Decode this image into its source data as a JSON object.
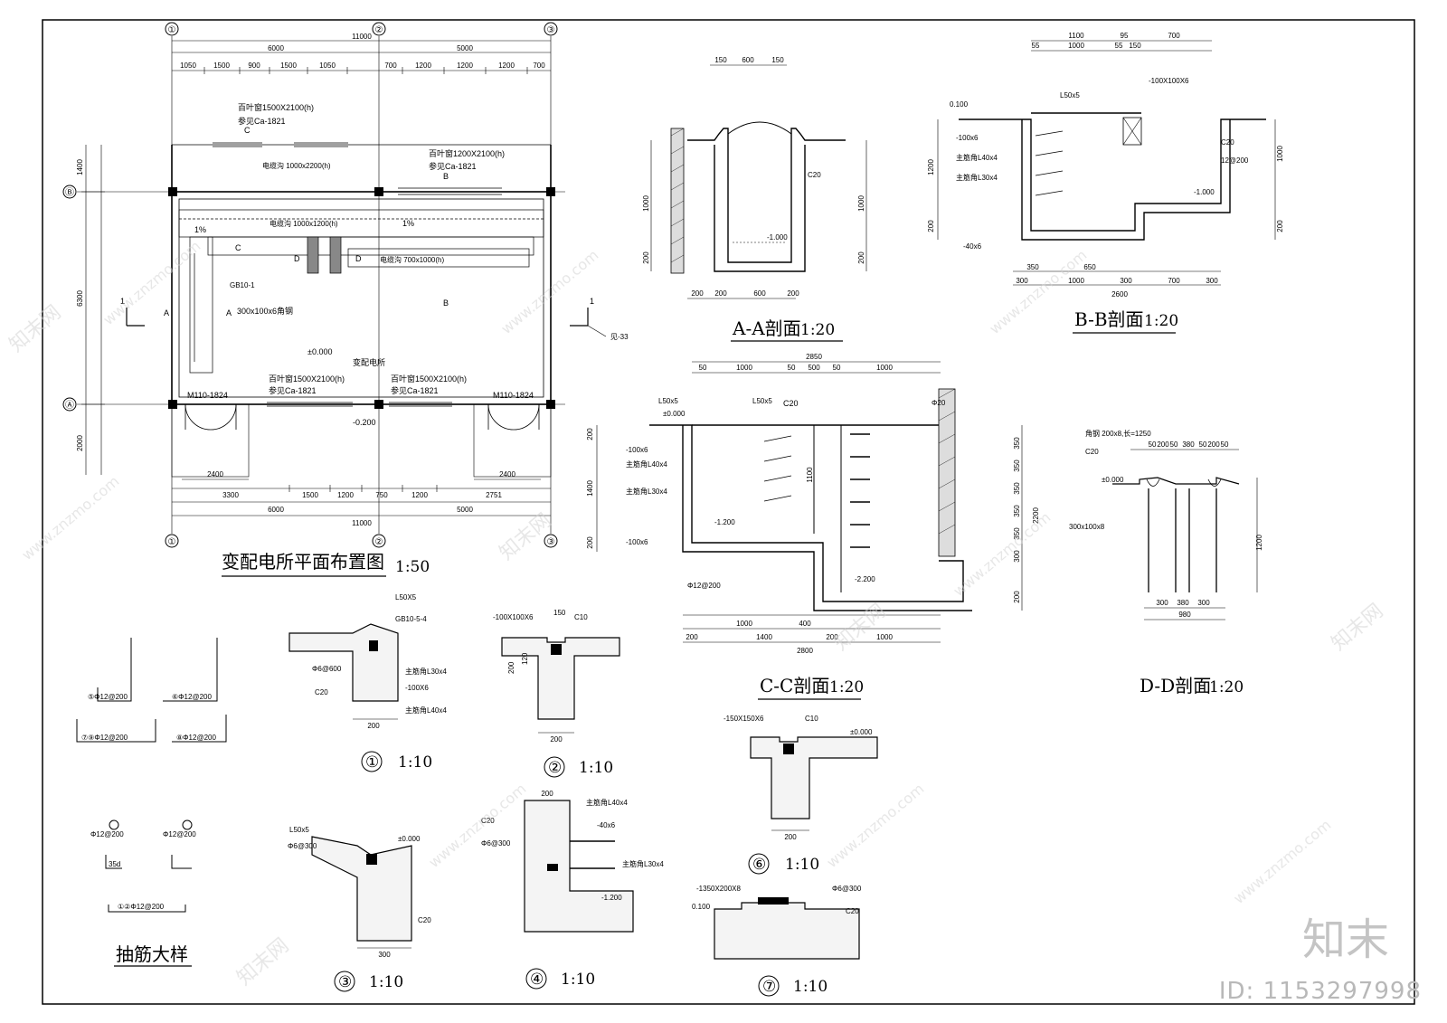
{
  "drawing": {
    "plan_title": "变配电所平面布置图",
    "plan_scale": "1:50",
    "room_name": "变配电所",
    "axes_x": [
      "①",
      "②",
      "③"
    ],
    "axes_y": [
      "Ⓑ",
      "Ⓐ"
    ],
    "dims_top_total": "11000",
    "dims_top_segments": [
      "6000",
      "5000"
    ],
    "dims_top_detail": [
      "1050",
      "1500",
      "900",
      "1500",
      "1050",
      "700",
      "1200",
      "1200",
      "1200",
      "700"
    ],
    "dims_bottom_detail": [
      "3300",
      "1500",
      "1200",
      "750",
      "1200",
      "2751"
    ],
    "dims_bottom_total": "11000",
    "dims_bottom_segments": [
      "6000",
      "5000"
    ],
    "dims_left": [
      "1400",
      "6300",
      "2000"
    ],
    "door_width": "2400",
    "window_1": "百叶窗1500X2100(h)",
    "window_1_ref": "参见Ca-1821",
    "window_2": "百叶窗1200X2100(h)",
    "window_2_ref": "参见Ca-1821",
    "window_b_ref": "参见Ca-1821",
    "door_left": "M110-1824",
    "door_right": "M110-1824",
    "level_0": "±0.000",
    "level_m020": "-0.200",
    "slope": "1%",
    "trench_1": "电缆沟 1000x1200(h)",
    "trench_2": "电缆沟 700x1000(h)",
    "trench_3": "电缆沟 1000x2200(h)",
    "steel": "300x100x6角钢",
    "gb": "GB10-1",
    "sec_1": "1",
    "ref_33": "见-33",
    "sec_a": "A",
    "sec_b": "B",
    "sec_c": "C",
    "sec_d": "D",
    "aa_title": "A-A剖面",
    "aa_scale": "1:20",
    "aa_dims_top": [
      "150",
      "600",
      "150"
    ],
    "aa_dims_bottom": [
      "200",
      "200",
      "600",
      "200"
    ],
    "aa_dims_side": [
      "1000",
      "200"
    ],
    "aa_c20": "C20",
    "aa_level": "-1.000",
    "bb_title": "B-B剖面",
    "bb_scale": "1:20",
    "bb_dims_top": [
      "1100",
      "95",
      "700"
    ],
    "bb_dims_top2": [
      "55",
      "1000",
      "55",
      "150"
    ],
    "bb_dims_bottom": [
      "350",
      "650"
    ],
    "bb_dims_bottom2": [
      "300",
      "1000",
      "300",
      "700",
      "300"
    ],
    "bb_total": "2600",
    "bb_l50": "L50x5",
    "bb_plate": "-100X100X6",
    "bb_flat": "-100x6",
    "bb_angle_40": "主筋角L40x4",
    "bb_angle_30": "主筋角L30x4",
    "bb_flat_40": "-40x6",
    "bb_level_0": "0.100",
    "bb_level_1": "-1.000",
    "bb_rebar": "12@200",
    "bb_c20": "C20",
    "bb_side_dims": [
      "1200",
      "200"
    ],
    "bb_right_dims": [
      "1000",
      "200"
    ],
    "cc_title": "C-C剖面",
    "cc_scale": "1:20",
    "cc_total_top": "2850",
    "cc_dims_top": [
      "50",
      "1000",
      "50",
      "500",
      "50",
      "1000"
    ],
    "cc_total_bottom": "2800",
    "cc_dims_bottom": [
      "200",
      "1400",
      "200",
      "1000"
    ],
    "cc_dims_bottom_inner": [
      "1000",
      "400"
    ],
    "cc_l50_a": "L50x5",
    "cc_l50_b": "L50x5",
    "cc_c20": "C20",
    "cc_level_0": "±0.000",
    "cc_level_1": "-1.200",
    "cc_level_2": "-2.200",
    "cc_rebar": "Φ20",
    "cc_left_dims": [
      "200",
      "1400",
      "200"
    ],
    "cc_right_dims": [
      "350",
      "350",
      "350",
      "350",
      "350",
      "300",
      "200"
    ],
    "cc_right_total": "2200",
    "cc_height": "1100",
    "cc_flat_a": "-100x6",
    "cc_flat_b": "-100x6",
    "cc_angle_40": "主筋角L40x4",
    "cc_angle_30": "主筋角L30x4",
    "cc_rebar_2": "Φ12@200",
    "dd_title": "D-D剖面",
    "dd_scale": "1:20",
    "dd_plate": "角钢 200x8,长=1250",
    "dd_c20": "C20",
    "dd_steel": "300x100x8",
    "dd_dims_top": [
      "50",
      "200",
      "50",
      "380",
      "50",
      "200",
      "50"
    ],
    "dd_dims_bottom": [
      "300",
      "380",
      "300"
    ],
    "dd_total": "980",
    "dd_height": "1200",
    "dd_level": "±0.000",
    "det1_scale": "1:10",
    "det2_scale": "1:10",
    "det3_scale": "1:10",
    "det4_scale": "1:10",
    "det6_scale": "1:10",
    "det7_scale": "1:10",
    "det_num": [
      "①",
      "②",
      "③",
      "④",
      "⑥",
      "⑦"
    ],
    "d1_l50": "L50X5",
    "d1_gb": "GB10-5-4",
    "d1_rebar": "Φ6@600",
    "d1_c20": "C20",
    "d1_plate": "-100X6",
    "d1_angle": "主筋角L30x4",
    "d1_angle2": "主筋角L40x4",
    "d1_width": "200",
    "d2_plate": "-100X100X6",
    "d2_c10": "C10",
    "d2_width": "200",
    "d2_dims": [
      "150",
      "200",
      "120"
    ],
    "d3_l50": "L50x5",
    "d3_rebar": "Φ6@300",
    "d3_c20": "C20",
    "d3_width": "300",
    "d3_level": "±0.000",
    "d4_c20": "C20",
    "d4_rebar": "Φ6@300",
    "d4_flat": "-40x6",
    "d4_angle": "主筋角L40x4",
    "d4_angle2": "主筋角L30x4",
    "d4_level": "-1.200",
    "d4_width": "200",
    "d6_plate": "-150X150X6",
    "d6_c10": "C10",
    "d6_level": "±0.000",
    "d6_width": "200",
    "d7_plate": "-1350X200X8",
    "d7_rebar": "Φ6@300",
    "d7_c20": "C20",
    "d7_level": "0.100",
    "bars_title": "抽筋大样",
    "bar_5": "⑤Φ12@200",
    "bar_6": "⑥Φ12@200",
    "bar_79": "⑦⑨Φ12@200",
    "bar_8": "⑧Φ12@200",
    "bar_3": "Φ12@200",
    "bar_4": "Φ12@200",
    "bar_12": "①②Φ12@200",
    "bar_35d": "35d",
    "watermark_id": "ID: 1153297998",
    "watermark_brand": "知末",
    "watermark_url": "www.znzmo.com",
    "watermark_cn": "知末网"
  }
}
